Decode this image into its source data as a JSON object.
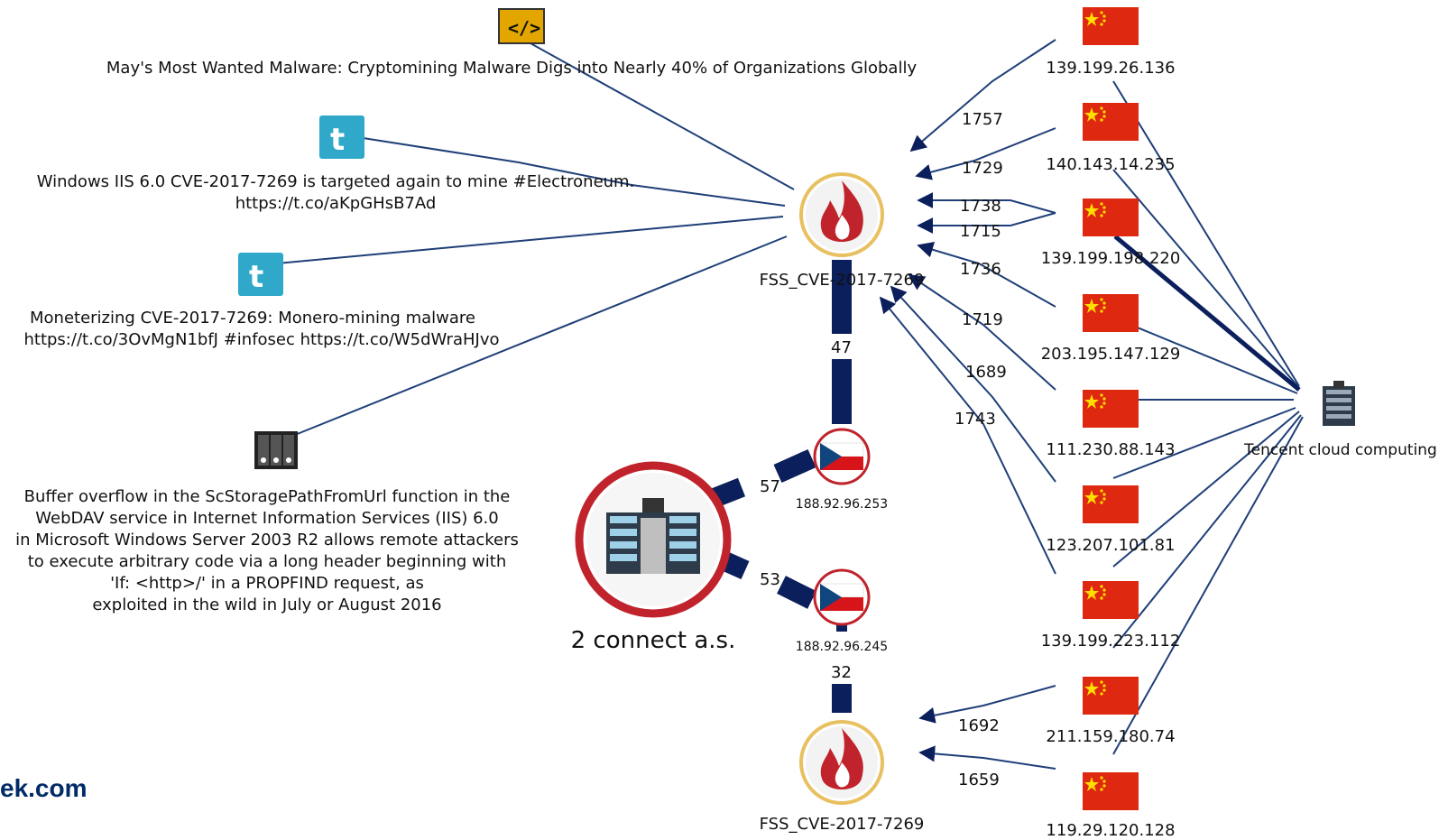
{
  "nodes": {
    "article_title": "May's Most Wanted Malware: Cryptomining Malware Digs into Nearly 40% of Organizations Globally",
    "tweet1_line1": "Windows IIS 6.0 CVE-2017-7269 is targeted again to mine #Electroneum.",
    "tweet1_line2": "https://t.co/aKpGHsB7Ad",
    "tweet2_line1": "Moneterizing CVE-2017-7269: Monero-mining malware",
    "tweet2_line2": "https://t.co/3OvMgN1bfJ #infosec https://t.co/W5dWraHJvo",
    "cve_desc": [
      "Buffer overflow in the ScStoragePathFromUrl function in the",
      "WebDAV service in Internet Information Services (IIS) 6.0",
      "in Microsoft Windows Server 2003 R2 allows remote attackers",
      "to execute arbitrary code via a long header beginning with",
      "'If: <http>/' in a PROPFIND request, as",
      "exploited in the wild in July or August 2016"
    ],
    "fss_top": "FSS_CVE-2017-7269",
    "fss_bottom": "FSS_CVE-2017-7269",
    "as_name": "2 connect a.s.",
    "cz_ip1": "188.92.96.253",
    "cz_ip2": "188.92.96.245",
    "tencent": "Tencent cloud computing"
  },
  "cn_ips": [
    "139.199.26.136",
    "140.143.14.235",
    "139.199.198.220",
    "203.195.147.129",
    "111.230.88.143",
    "123.207.101.81",
    "139.199.223.112",
    "211.159.180.74",
    "119.29.120.128"
  ],
  "edge_counts": {
    "e1757": "1757",
    "e1729": "1729",
    "e1738": "1738",
    "e1715": "1715",
    "e1736": "1736",
    "e1719": "1719",
    "e1689": "1689",
    "e1743": "1743",
    "e1692": "1692",
    "e1659": "1659",
    "e47": "47",
    "e57": "57",
    "e53": "53",
    "e32": "32"
  },
  "footer_text": "ek.com",
  "colors": {
    "edge": "#1f3f78",
    "edge_dark": "#0b1f5c",
    "fire_ring": "#e8c060",
    "fire": "#c0232b",
    "as_ring": "#c0232b",
    "cn_red": "#de2910",
    "cn_star": "#ffde00",
    "twitter": "#2fa8c9",
    "code_bg": "#e3a600"
  },
  "icons": [
    "code-icon",
    "twitter-icon",
    "server-rack-icon",
    "fire-icon",
    "building-icon",
    "czech-flag-icon",
    "china-flag-icon"
  ]
}
